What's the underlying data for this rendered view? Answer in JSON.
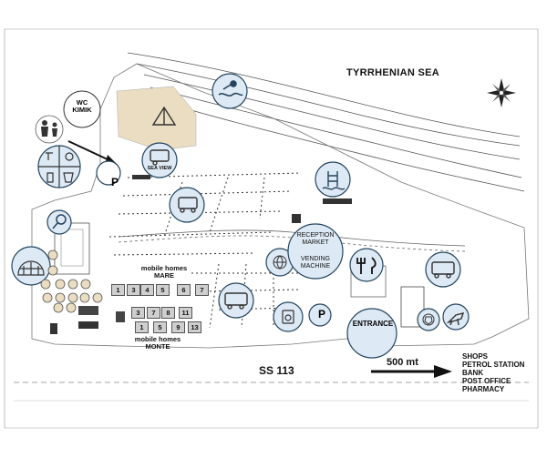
{
  "map": {
    "sea_label": "TYRRHENIAN SEA",
    "road_label": "SS 113",
    "distance_label": "500 mt",
    "destinations": [
      "SHOPS",
      "PETROL STATION",
      "BANK",
      "POST OFFICE",
      "PHARMACY"
    ],
    "zones": {
      "mobile_homes_mare": [
        "mobile homes",
        "MARE"
      ],
      "mobile_homes_monte": [
        "mobile homes",
        "MONTE"
      ]
    },
    "unit_numbers": [
      "1",
      "3",
      "4",
      "5",
      "6",
      "7",
      "3",
      "7",
      "8",
      "11",
      "1",
      "5",
      "9",
      "13"
    ],
    "circle_labels": {
      "wc": [
        "WC",
        "KIMIK"
      ],
      "sea_view": "SEA VIEW",
      "reception": [
        "RECEPTION",
        "MARKET"
      ],
      "vending": [
        "VENDING",
        "MACHINE"
      ],
      "entrance": "ENTRANCE"
    },
    "parking_label": "P",
    "icons": [
      "swimmer-icon",
      "tent-icon",
      "caravan-icon",
      "pool-ladder-icon",
      "restaurant-icon",
      "camper-icon",
      "shower-icon",
      "children-icon",
      "toilet-icon",
      "search-icon",
      "igloo-icon",
      "globe-icon",
      "laundry-icon",
      "football-icon",
      "dog-icon",
      "compass-icon"
    ],
    "colors": {
      "circle_fill": "#dde9f4",
      "circle_stroke": "#23445d",
      "tan_area": "#eaddc2",
      "water_line": "#444444"
    }
  }
}
